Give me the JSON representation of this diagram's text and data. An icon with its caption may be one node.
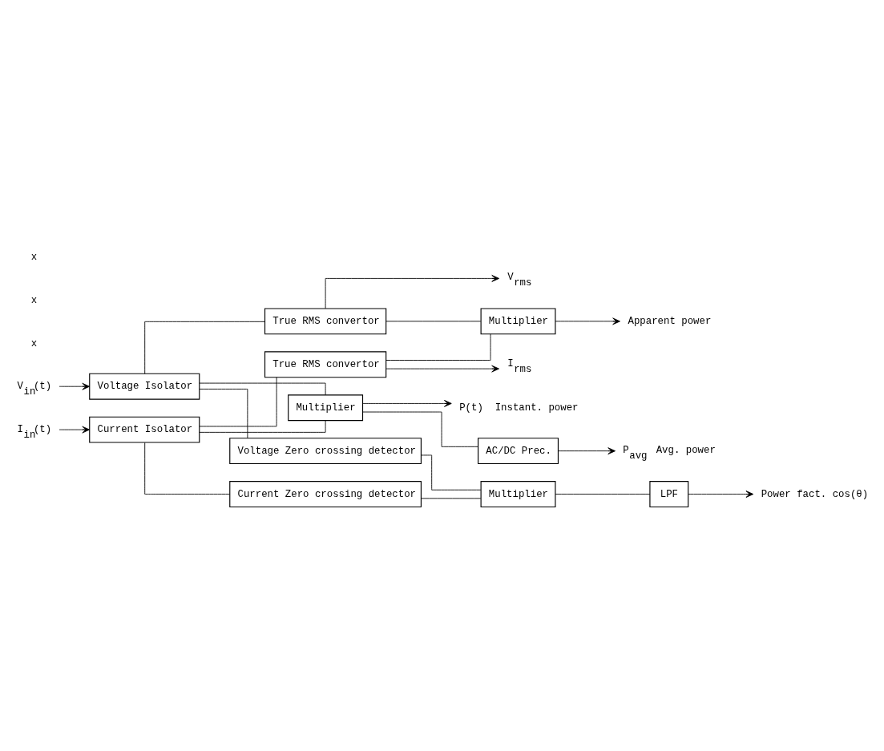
{
  "diagram": {
    "nodes": [
      {
        "text": [
          "V$_{in}$(t)"
        ]
      },
      {
        "text": [
          "I$_{in}$(t)"
        ]
      },
      {
        "text": [
          "Voltage Isolator"
        ]
      },
      {
        "text": [
          "Current Isolator"
        ]
      },
      {
        "text": [
          "True RMS convertor"
        ]
      },
      {
        "text": [
          "True RMS convertor"
        ]
      },
      {
        "text": [
          "Multiplier"
        ]
      },
      {
        "text": [
          "V$_{rms}$"
        ]
      },
      {
        "text": [
          "Apparent power"
        ]
      },
      {
        "text": [
          "I$_{rms}$"
        ]
      },
      {
        "text": [
          "Multiplier"
        ]
      },
      {
        "text": [
          "P(t)",
          "Instant. power"
        ]
      },
      {
        "text": [
          "AC/DC Prec."
        ]
      },
      {
        "text": [
          "P$_{avg}$",
          "Avg. power"
        ]
      },
      {
        "text": [
          "Voltage Zero crossing detector"
        ]
      },
      {
        "text": [
          "Current Zero crossing detector"
        ]
      },
      {
        "text": [
          "Multiplier"
        ]
      },
      {
        "text": [
          "LPF"
        ]
      },
      {
        "text": [
          "Power fact. cos(θ)"
        ]
      }
    ],
    "edges": [
      {
        "from": 0,
        "to": 2,
        "arrow": "to"
      },
      {
        "from": 1,
        "to": 3,
        "arrow": "to"
      },
      {
        "from": 2,
        "to": 4,
        "arrow": "none"
      },
      {
        "from": 3,
        "to": 5,
        "arrow": "none"
      },
      {
        "from": 4,
        "to": 7,
        "arrow": "to"
      },
      {
        "from": 4,
        "to": 6,
        "arrow": "none"
      },
      {
        "from": 5,
        "to": 6,
        "arrow": "none"
      },
      {
        "from": 6,
        "to": 8,
        "arrow": "to"
      },
      {
        "from": 5,
        "to": 9,
        "arrow": "to"
      },
      {
        "from": 2,
        "to": 10,
        "arrow": "none"
      },
      {
        "from": 3,
        "to": 10,
        "arrow": "none"
      },
      {
        "from": 10,
        "to": 11,
        "arrow": "to"
      },
      {
        "from": 10,
        "to": 12,
        "arrow": "none"
      },
      {
        "from": 12,
        "to": 13,
        "arrow": "to"
      },
      {
        "from": 2,
        "to": 14,
        "arrow": "none"
      },
      {
        "from": 3,
        "to": 15,
        "arrow": "none"
      },
      {
        "from": 14,
        "to": 16,
        "arrow": "none"
      },
      {
        "from": 15,
        "to": 16,
        "arrow": "none"
      },
      {
        "from": 16,
        "to": 17,
        "arrow": "none"
      },
      {
        "from": 17,
        "to": 18,
        "arrow": "to"
      }
    ],
    "labels": [
      "x",
      "x",
      "x"
    ]
  }
}
